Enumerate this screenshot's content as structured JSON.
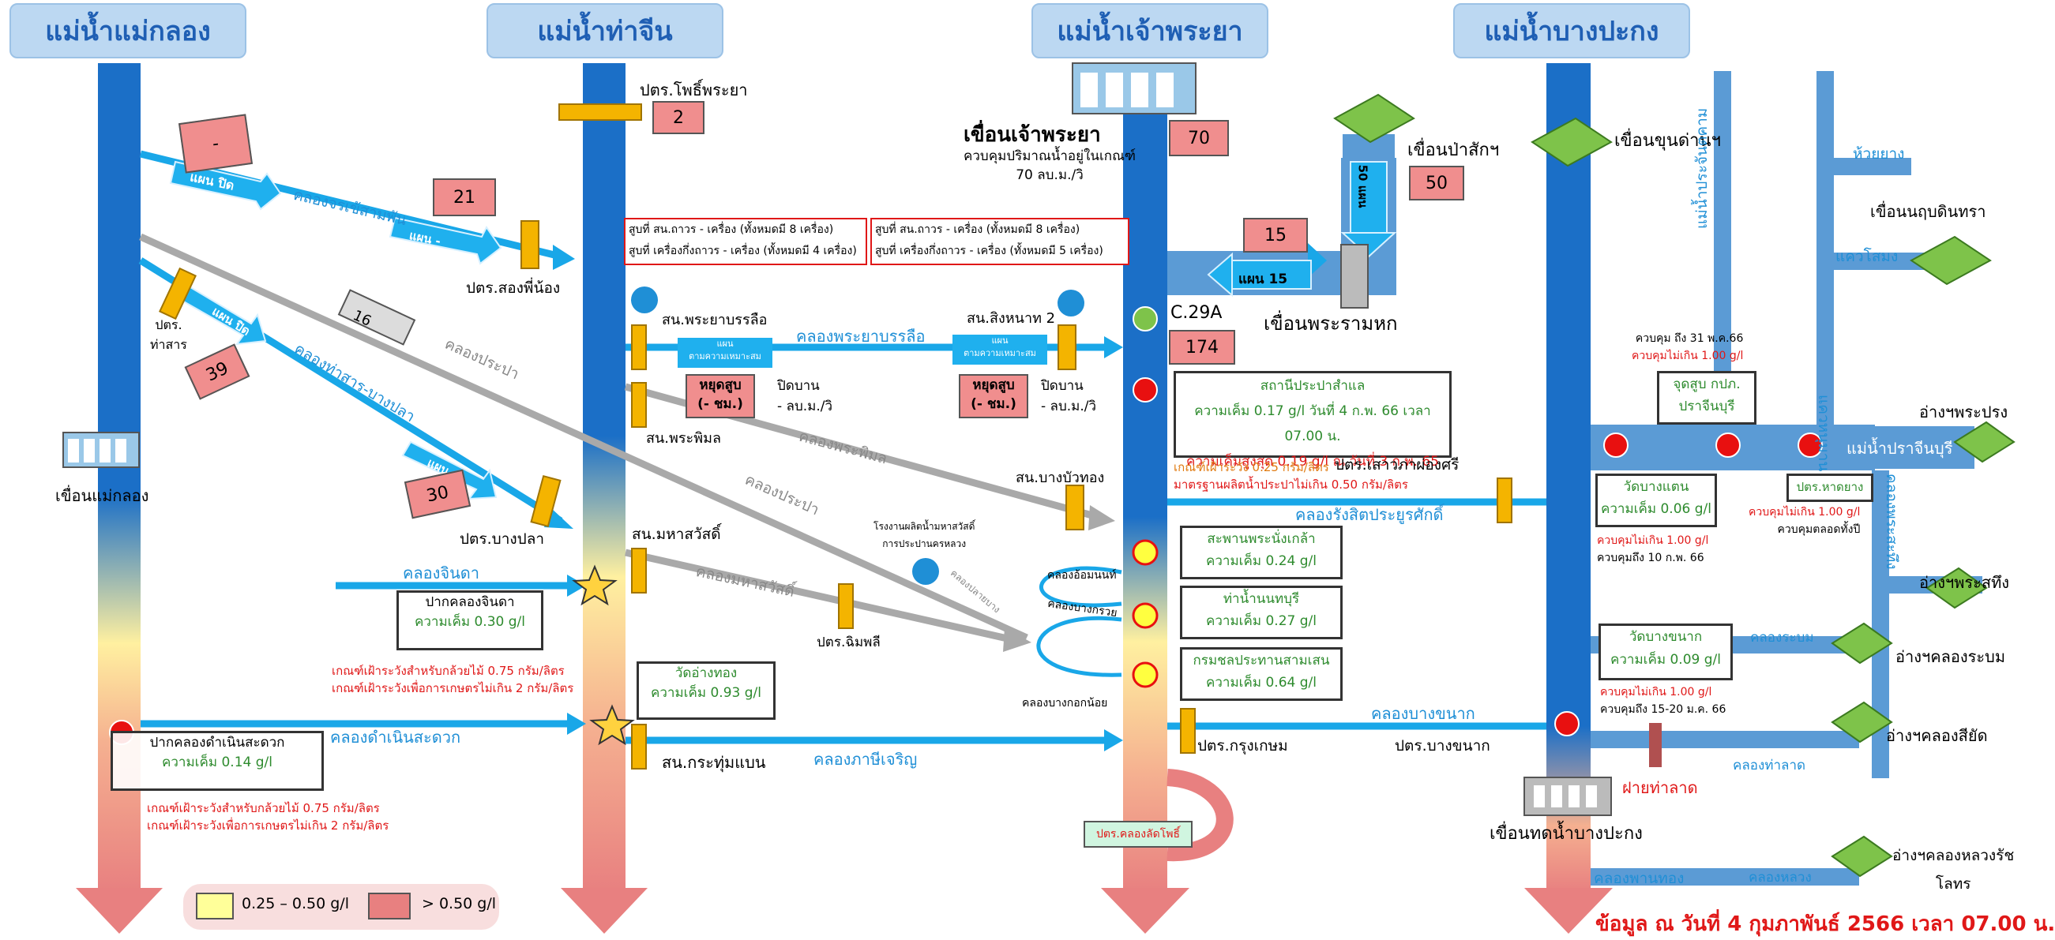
{
  "rivers": {
    "mae_klong": "แม่น้ำแม่กลอง",
    "tha_chin": "แม่น้ำท่าจีน",
    "chao_phraya": "แม่น้ำเจ้าพระยา",
    "bang_pakong": "แม่น้ำบางปะกง"
  },
  "colors": {
    "river_blue": "#1b6fc7",
    "canal_blue": "#19a7e8",
    "gray_canal": "#a9a9a9",
    "salinity_yellow": "#ffff99",
    "salinity_red": "#e88080",
    "value_box": "#f08e8e",
    "gate_orange": "#f4b400"
  },
  "icons": [
    "dam-icon",
    "pump-station-icon",
    "star-icon",
    "gate-icon"
  ],
  "mae_klong": {
    "dam": "เขื่อนแม่กลอง",
    "canal1": "คลองจรเข้สามพัน",
    "canal1_flow1": "แผน ปิด",
    "canal1_value1": "-",
    "canal1_flow2": "แผน -",
    "canal1_value2": "21",
    "gate1": "ปตร.สองพี่น้อง",
    "canal2": "คลองท่าสาร-บางปลา",
    "gate_thasan_1": "ปตร.",
    "gate_thasan_2": "ท่าสาร",
    "canal2_flow1": "แผน ปิด",
    "canal2_value1": "39",
    "canal2_flow2": "แผน -",
    "canal2_value2": "30",
    "gate2": "ปตร.บางปลา",
    "prapa_value": "16",
    "prapa_canal": "คลองประปา",
    "chinda_canal": "คลองจินดา",
    "damnoen_canal": "คลองดำเนินสะดวก",
    "station1_name": "ปากคลองจินดา",
    "station1_value": "ความเค็ม 0.30 g/l",
    "criteria1_a": "เกณฑ์เฝ้าระวังสำหรับกล้วยไม้ 0.75 กรัม/ลิตร",
    "criteria1_b": "เกณฑ์เฝ้าระวังเพื่อการเกษตรไม่เกิน 2 กรัม/ลิตร",
    "station2_name": "ปากคลองดำเนินสะดวก",
    "station2_value": "ความเค็ม 0.14 g/l",
    "criteria2_a": "เกณฑ์เฝ้าระวังสำหรับกล้วยไม้ 0.75 กรัม/ลิตร",
    "criteria2_b": "เกณฑ์เฝ้าระวังเพื่อการเกษตรไม่เกิน 2 กรัม/ลิตร"
  },
  "tha_chin": {
    "gate_pho": "ปตร.โพธิ์พระยา",
    "gate_pho_value": "2",
    "pump_note1_a": "สูบที่ สน.ถาวร - เครื่อง (ทั้งหมดมี 8 เครื่อง)",
    "pump_note1_b": "สูบที่ เครื่องกึ่งถาวร - เครื่อง (ทั้งหมดมี 4 เครื่อง)",
    "pump_note2_a": "สูบที่ สน.ถาวร - เครื่อง (ทั้งหมดมี 8 เครื่อง)",
    "pump_note2_b": "สูบที่ เครื่องกึ่งถาวร - เครื่อง (ทั้งหมดมี 5 เครื่อง)",
    "pump1": "สน.พระยาบรรลือ",
    "pump2": "สน.สิงหนาท 2",
    "canal_phraya": "คลองพระยาบรรลือ",
    "plan_label": "แผน",
    "plan_sub": "ตามความเหมาะสม",
    "stop1_a": "หยุดสูบ",
    "stop1_b": "(- ชม.)",
    "closed1_a": "ปิดบาน",
    "closed1_b": "- ลบ.ม./วิ",
    "stop2_a": "หยุดสูบ",
    "stop2_b": "(- ชม.)",
    "closed2_a": "ปิดบาน",
    "closed2_b": "- ลบ.ม./วิ",
    "pump_phimon": "สน.พระพิมล",
    "canal_phimon": "คลองพระพิมล",
    "prapa2": "คลองประปา",
    "pump_bangbuathong": "สน.บางบัวทอง",
    "pump_mahasawat": "สน.มหาสวัสดิ์",
    "canal_mahasawat": "คลองมหาสวัสดิ์",
    "plant_a": "โรงงานผลิตน้ำมหาสวัสดิ์",
    "plant_b": "การประปานครหลวง",
    "canal_plaimai": "คลองปลายบาง",
    "gate_chimphli": "ปตร.ฉิมพลี",
    "station_wat_ang_thong": "วัดอ่างทอง",
    "station_wat_ang_thong_value": "ความเค็ม 0.93 g/l",
    "pump_krathum": "สน.กระทุ่มแบน",
    "canal_phasi": "คลองภาษีเจริญ"
  },
  "chao_phraya": {
    "dam": "เขื่อนเจ้าพระยา",
    "dam_note_a": "ควบคุมปริมาณน้ำอยู่ในเกณฑ์",
    "dam_note_b": "70 ลบ.ม./วิ",
    "dam_value": "70",
    "pasak_dam": "เขื่อนป่าสักฯ",
    "pasak_flow": "50 แผน",
    "pasak_value": "50",
    "rama6_dam": "เขื่อนพระรามหก",
    "rama6_flow": "แผน 15",
    "rama6_value": "15",
    "c29a": "C.29A",
    "c29a_value": "174",
    "station_samlae_name": "สถานีประปาสำแล",
    "station_samlae_1": "ความเค็ม 0.17 g/l วันที่ 4 ก.พ. 66 เวลา 07.00 น.",
    "station_samlae_2": "ความเค็มสูงสุด 0.19 g/l ณ วันที่ 3 ก.พ. 65",
    "samlae_crit1": "เกณฑ์เฝ้าระวัง 0.25 กรัม/ลิตร",
    "samlae_crit2": "มาตรฐานผลิตน้ำประปาไม่เกิน 0.50 กรัม/ลิตร",
    "gate_saowapha": "ปตร.เสาวภาผ่องศรี",
    "canal_rangsit": "คลองรังสิตประยูรศักดิ์",
    "canal_om_non": "คลองอ้อมนนท์",
    "canal_bang_kruai": "คลองบางกรวย",
    "canal_bangkok_noi": "คลองบางกอกน้อย",
    "station_pinklao": "สะพานพระนั่งเกล้า",
    "station_pinklao_value": "ความเค็ม 0.24 g/l",
    "station_nonthaburi": "ท่าน้ำนนทบุรี",
    "station_nonthaburi_value": "ความเค็ม 0.27 g/l",
    "station_samsen": "กรมชลประทานสามเสน",
    "station_samsen_value": "ความเค็ม 0.64 g/l",
    "gate_krungkasem": "ปตร.กรุงเกษม",
    "gate_lat_pho": "ปตร.คลองลัดโพธิ์"
  },
  "bang_pakong": {
    "khun_dan_dam": "เขื่อนขุนด่านฯ",
    "huai_yang": "ห้วยยาง",
    "prachantakham": "แม่น้ำประจันตคาม",
    "naruebodin": "เขื่อนนฤบดินทรา",
    "khwae_hanuman": "แควหนุมาน",
    "khwae_salong": "แควโสมง",
    "control_1": "ควบคุม ถึง 31 พ.ค.66",
    "control_2": "ควบคุมไม่เกิน 1.00 g/l",
    "checkpoint_a": "จุดสูบ กปภ.",
    "checkpoint_b": "ปราจีนบุรี",
    "phra_prong": "อ่างฯพระปรง",
    "prachinburi_river": "แม่น้ำปราจีนบุรี",
    "wat_bang_taen": "วัดบางแตน",
    "wat_bang_taen_value": "ความเค็ม 0.06 g/l",
    "wat_bang_taen_c1": "ควบคุมไม่เกิน 1.00 g/l",
    "wat_bang_taen_c2": "ควบคุมถึง 10 ก.พ. 66",
    "hat_yang": "ปตร.หาดยาง",
    "hat_yang_c1": "ควบคุมไม่เกิน 1.00 g/l",
    "hat_yang_c2": "ควบคุมตลอดทั้งปี",
    "phra_sathueng_canal": "คลองพระสะทึง",
    "phra_sathueng": "อ่างฯพระสทึง",
    "wat_bang_khanak": "วัดบางขนาก",
    "wat_bang_khanak_value": "ความเค็ม 0.09 g/l",
    "wat_bang_khanak_c1": "ควบคุมไม่เกิน 1.00 g/l",
    "wat_bang_khanak_c2": "ควบคุมถึง 15-20 ม.ค. 66",
    "khlong_rabom": "คลองระบม",
    "rabom_res": "อ่างฯคลองระบม",
    "bang_khanak_canal": "คลองบางขนาก",
    "gate_bang_khanak": "ปตร.บางขนาก",
    "sia_khat": "อ่างฯคลองสียัด",
    "tha_lat_canal": "คลองท่าลาด",
    "tha_lat_weir": "ฝายท่าลาด",
    "bp_dam": "เขื่อนทดน้ำบางปะกง",
    "luang_res": "อ่างฯคลองหลวงรัช",
    "luang_res2": "โลทร",
    "phan_thong": "คลองพานทอง",
    "khlong_luang": "คลองหลวง"
  },
  "legend": {
    "yellow": "0.25 – 0.50 g/l",
    "red": "> 0.50 g/l"
  },
  "footer": "ข้อมูล ณ วันที่ 4 กุมภาพันธ์ 2566 เวลา 07.00 น."
}
